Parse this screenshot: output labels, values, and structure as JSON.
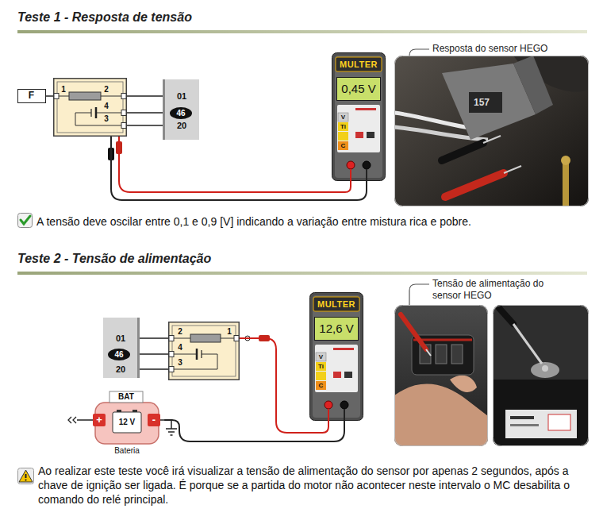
{
  "diagram": {
    "nodes": [
      {
        "text": [
          "F"
        ]
      },
      {
        "text": [
          "1",
          "2",
          "4",
          "3"
        ]
      },
      {
        "text": [
          "01",
          "20"
        ]
      },
      {
        "text": [
          "46"
        ],
        "in": 2
      },
      {
        "text": [
          "MULTER",
          "0,45 V",
          "V",
          "Ti",
          "C"
        ]
      },
      {
        "text": [
          "Resposta do sensor HEGO",
          "157"
        ]
      },
      {
        "text": [
          "01",
          "20"
        ]
      },
      {
        "text": [
          "46"
        ],
        "in": 6
      },
      {
        "text": [
          "2",
          "1",
          "4",
          "3"
        ]
      },
      {
        "text": [
          "MULTER",
          "12,6 V",
          "V",
          "Ti",
          "C"
        ]
      },
      {
        "text": [
          "BAT",
          "12 V",
          "+",
          "-",
          "Bateria"
        ]
      },
      {
        "text": [
          "Tensão de alimentação do sensor HEGO"
        ]
      }
    ],
    "edges": [
      {
        "from": 0,
        "to": 1,
        "arrow": "none"
      },
      {
        "from": 1,
        "to": 2,
        "arrow": "none"
      },
      {
        "from": 1,
        "to": 2,
        "arrow": "none"
      },
      {
        "from": 1,
        "to": 2,
        "arrow": "none"
      },
      {
        "from": 1,
        "to": 4,
        "arrow": "none"
      },
      {
        "from": 1,
        "to": 4,
        "arrow": "none"
      },
      {
        "from": 6,
        "to": 8,
        "arrow": "none"
      },
      {
        "from": 6,
        "to": 8,
        "arrow": "none"
      },
      {
        "from": 6,
        "to": 8,
        "arrow": "none"
      },
      {
        "from": 8,
        "to": 9,
        "arrow": "none"
      },
      {
        "from": 10,
        "to": 9,
        "arrow": "none"
      }
    ],
    "labels": [
      "Teste 1 - Resposta de tensão",
      "A tensão deve oscilar entre 0,1 e 0,9 [V] indicando a variação entre mistura rica e pobre.",
      "Teste 2 - Tensão de alimentação",
      "Ao realizar este teste você irá visualizar a tensão de alimentação do sensor por apenas 2 segundos, após a chave de ignição ser ligada. É porque se a partida do motor não acontecer neste intervalo o MC desabilita o comando do relé principal."
    ]
  }
}
